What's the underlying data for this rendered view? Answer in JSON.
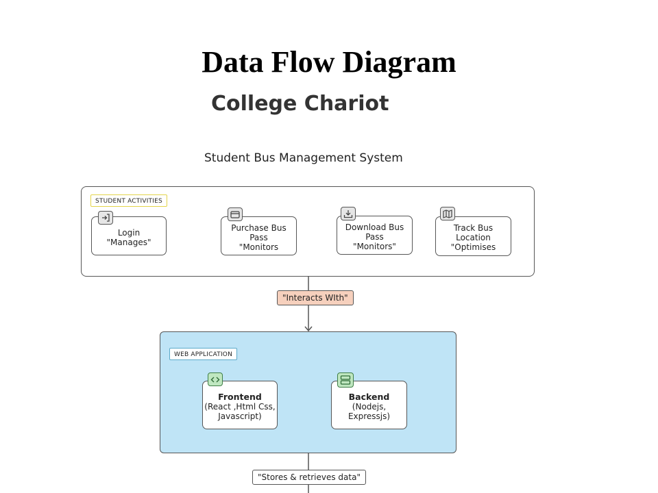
{
  "title": "Data Flow Diagram",
  "subtitle": "College Chariot",
  "system_label": "Student Bus Management System",
  "student_activities": {
    "tag": "STUDENT ACTIVITIES",
    "nodes": [
      {
        "title": "Login",
        "sub": "\"Manages\"",
        "icon": "login-icon"
      },
      {
        "title": "Purchase Bus",
        "title2": "Pass",
        "sub": "\"Monitors",
        "icon": "credit-card-icon"
      },
      {
        "title": "Download Bus",
        "title2": "Pass",
        "sub": "\"Monitors\"",
        "icon": "download-icon"
      },
      {
        "title": "Track Bus",
        "title2": "Location",
        "sub": "\"Optimises",
        "icon": "map-icon"
      }
    ]
  },
  "flows": {
    "interacts": "\"Interacts WIth\"",
    "stores": "\"Stores & retrieves data\""
  },
  "web_application": {
    "tag": "WEB APPLICATION",
    "frontend": {
      "title": "Frontend",
      "line1": "(React ,Html Css,",
      "line2": "Javascript)",
      "icon": "code-icon"
    },
    "backend": {
      "title": "Backend",
      "line1": "(Nodejs,",
      "line2": "Expressjs)",
      "icon": "server-icon"
    }
  },
  "colors": {
    "student_tag_border": "#e3d44a",
    "interacts_fill": "#f6d0bd",
    "web_app_fill": "#bfe4f6",
    "web_tag_border": "#5aa9c9",
    "app_icon_fill": "#bfe7c0"
  }
}
